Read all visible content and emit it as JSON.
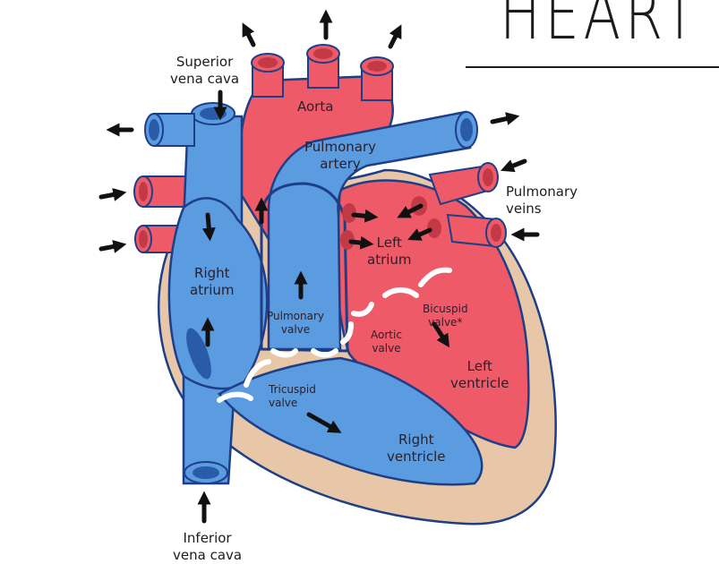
{
  "title": "HEART",
  "colors": {
    "deoxygenated": "#5b9be0",
    "oxygenated": "#ef5a68",
    "muscle": "#e8c7a8",
    "outline": "#1e3f87",
    "vessel_inner_red": "#c23a45",
    "vessel_inner_blue": "#2a5ba8",
    "valve": "#ffffff"
  },
  "labels": {
    "superior_vena_cava": [
      "Superior",
      "vena cava"
    ],
    "aorta": "Aorta",
    "pulmonary_artery": [
      "Pulmonary",
      "artery"
    ],
    "pulmonary_veins": [
      "Pulmonary",
      "veins"
    ],
    "left_atrium": [
      "Left",
      "atrium"
    ],
    "right_atrium": [
      "Right",
      "atrium"
    ],
    "pulmonary_valve": [
      "Pulmonary",
      "valve"
    ],
    "aortic_valve": [
      "Aortic",
      "valve"
    ],
    "bicuspid_valve": [
      "Bicuspid",
      "valve*"
    ],
    "left_ventricle": [
      "Left",
      "ventricle"
    ],
    "tricuspid_valve": [
      "Tricuspid",
      "valve"
    ],
    "right_ventricle": [
      "Right",
      "ventricle"
    ],
    "inferior_vena_cava": [
      "Inferior",
      "vena cava"
    ]
  }
}
